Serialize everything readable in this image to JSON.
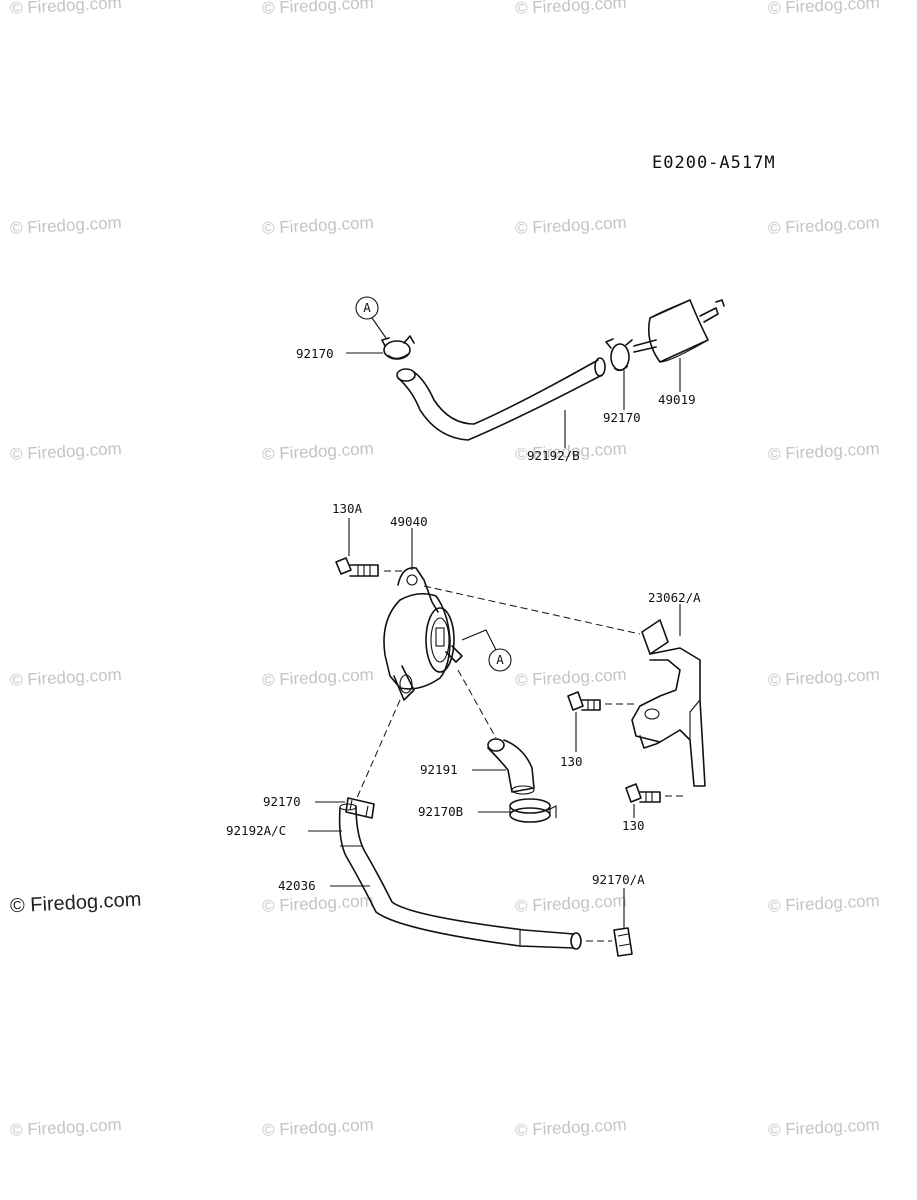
{
  "watermark": "© Firedog.com",
  "diagram_code": "E0200-A517M",
  "ref_marker": "A",
  "parts": {
    "p92170_a": "92170",
    "p92170_b": "92170",
    "p49019": "49019",
    "p92192b": "92192/B",
    "p130a": "130A",
    "p49040": "49040",
    "p23062a": "23062/A",
    "p130_a": "130",
    "p130_b": "130",
    "p92170_c": "92170",
    "p92191": "92191",
    "p92170b": "92170B",
    "p92192ac": "92192A/C",
    "p42036": "42036",
    "p92170a": "92170/A"
  }
}
